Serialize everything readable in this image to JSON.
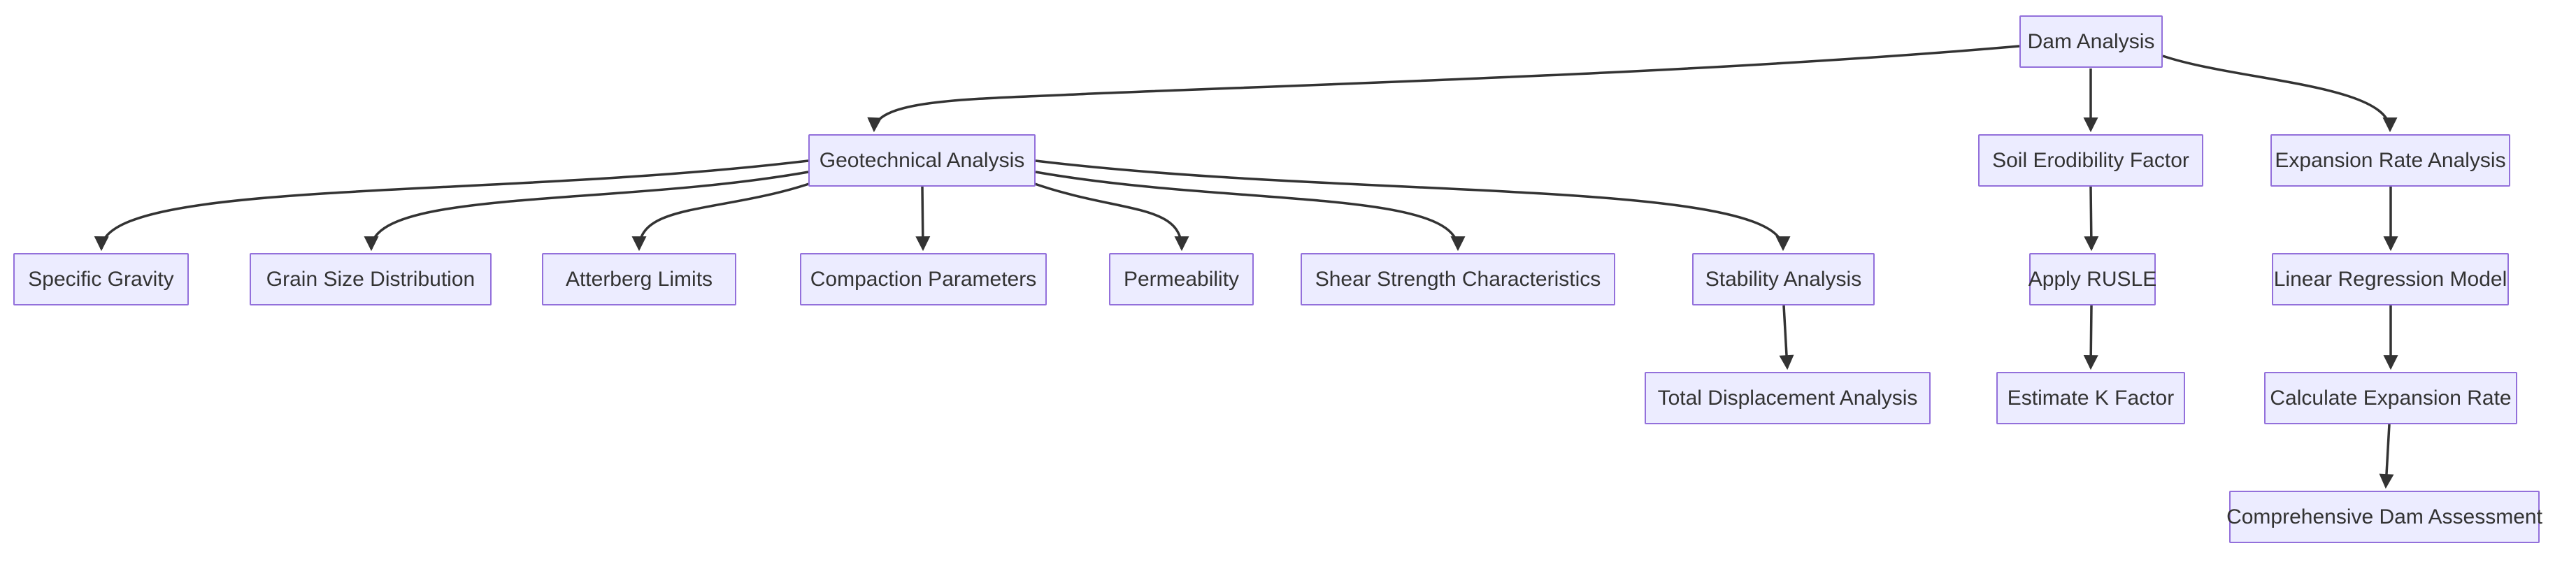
{
  "diagram": {
    "type": "flowchart",
    "direction": "top-down",
    "colors": {
      "node_fill": "#ECECFF",
      "node_border": "#9370DB",
      "edge": "#333333",
      "text": "#333333",
      "background": "#ffffff"
    },
    "nodes": {
      "dam_analysis": {
        "label": "Dam Analysis"
      },
      "geotechnical_analysis": {
        "label": "Geotechnical Analysis"
      },
      "soil_erodibility_factor": {
        "label": "Soil Erodibility Factor"
      },
      "expansion_rate_analysis": {
        "label": "Expansion Rate Analysis"
      },
      "specific_gravity": {
        "label": "Specific Gravity"
      },
      "grain_size_distribution": {
        "label": "Grain Size Distribution"
      },
      "atterberg_limits": {
        "label": "Atterberg Limits"
      },
      "compaction_parameters": {
        "label": "Compaction Parameters"
      },
      "permeability": {
        "label": "Permeability"
      },
      "shear_strength_characteristics": {
        "label": "Shear Strength Characteristics"
      },
      "stability_analysis": {
        "label": "Stability Analysis"
      },
      "total_displacement_analysis": {
        "label": "Total Displacement Analysis"
      },
      "apply_rusle": {
        "label": "Apply RUSLE"
      },
      "estimate_k_factor": {
        "label": "Estimate K Factor"
      },
      "linear_regression_model": {
        "label": "Linear Regression Model"
      },
      "calculate_expansion_rate": {
        "label": "Calculate Expansion Rate"
      },
      "comprehensive_dam_assessment": {
        "label": "Comprehensive Dam Assessment"
      }
    },
    "edges": [
      {
        "from": "Dam Analysis",
        "to": "Geotechnical Analysis"
      },
      {
        "from": "Dam Analysis",
        "to": "Soil Erodibility Factor"
      },
      {
        "from": "Dam Analysis",
        "to": "Expansion Rate Analysis"
      },
      {
        "from": "Geotechnical Analysis",
        "to": "Specific Gravity"
      },
      {
        "from": "Geotechnical Analysis",
        "to": "Grain Size Distribution"
      },
      {
        "from": "Geotechnical Analysis",
        "to": "Atterberg Limits"
      },
      {
        "from": "Geotechnical Analysis",
        "to": "Compaction Parameters"
      },
      {
        "from": "Geotechnical Analysis",
        "to": "Permeability"
      },
      {
        "from": "Geotechnical Analysis",
        "to": "Shear Strength Characteristics"
      },
      {
        "from": "Geotechnical Analysis",
        "to": "Stability Analysis"
      },
      {
        "from": "Stability Analysis",
        "to": "Total Displacement Analysis"
      },
      {
        "from": "Soil Erodibility Factor",
        "to": "Apply RUSLE"
      },
      {
        "from": "Apply RUSLE",
        "to": "Estimate K Factor"
      },
      {
        "from": "Expansion Rate Analysis",
        "to": "Linear Regression Model"
      },
      {
        "from": "Linear Regression Model",
        "to": "Calculate Expansion Rate"
      },
      {
        "from": "Calculate Expansion Rate",
        "to": "Comprehensive Dam Assessment"
      }
    ]
  }
}
